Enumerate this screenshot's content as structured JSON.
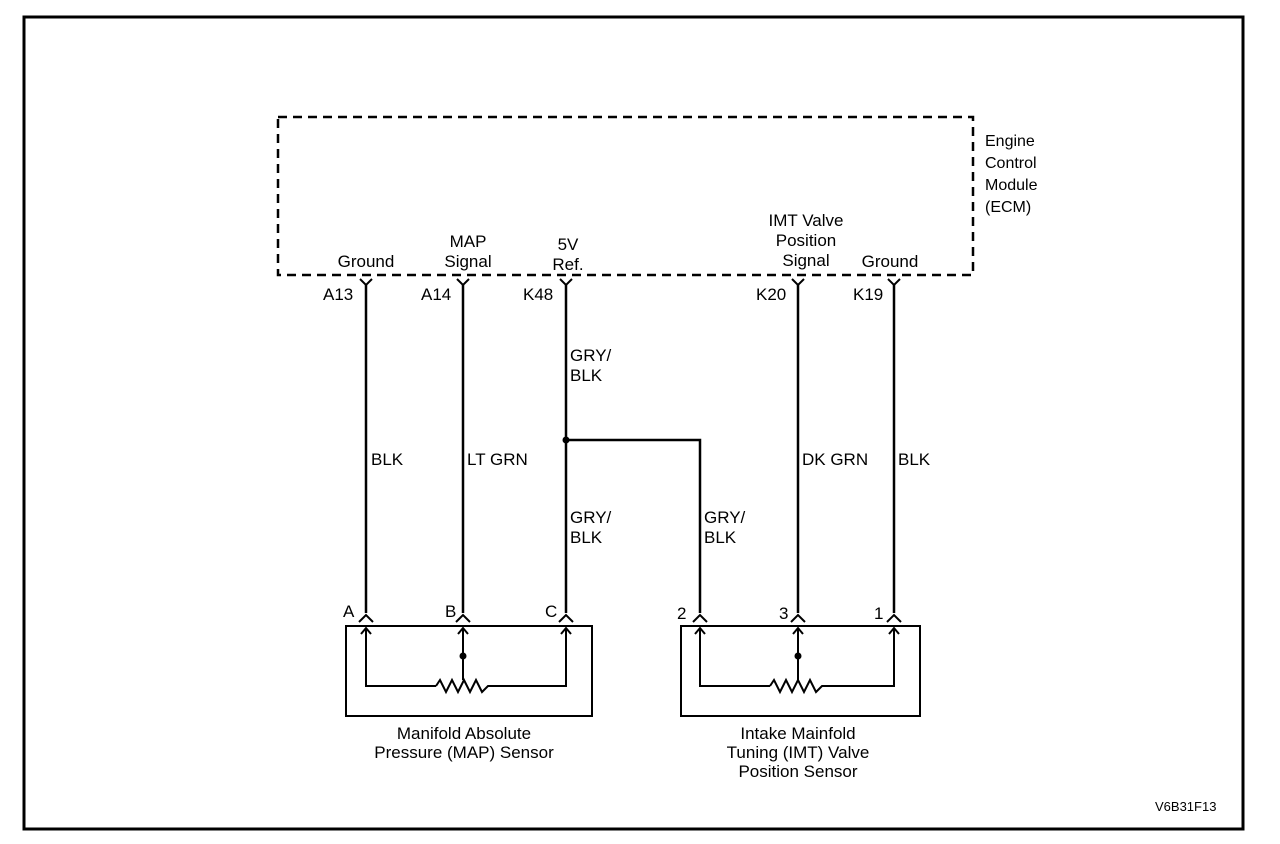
{
  "ecm": {
    "name": [
      "Engine",
      "Control",
      "Module",
      "(ECM)"
    ],
    "terminals": [
      {
        "func": [
          "Ground"
        ],
        "pin": "A13"
      },
      {
        "func": [
          "MAP",
          "Signal"
        ],
        "pin": "A14"
      },
      {
        "func": [
          "5V",
          "Ref."
        ],
        "pin": "K48"
      },
      {
        "func": [
          "IMT Valve",
          "Position",
          "Signal"
        ],
        "pin": "K20"
      },
      {
        "func": [
          "Ground"
        ],
        "pin": "K19"
      }
    ]
  },
  "wires": {
    "a13": "BLK",
    "a14": "LT GRN",
    "k48_upper": [
      "GRY/",
      "BLK"
    ],
    "k48_lower": [
      "GRY/",
      "BLK"
    ],
    "branch": [
      "GRY/",
      "BLK"
    ],
    "k20": "DK GRN",
    "k19": "BLK"
  },
  "map_sensor": {
    "pins": [
      "A",
      "B",
      "C"
    ],
    "name": [
      "Manifold Absolute",
      "Pressure (MAP) Sensor"
    ]
  },
  "imt_sensor": {
    "pins": [
      "2",
      "3",
      "1"
    ],
    "name": [
      "Intake Mainfold",
      "Tuning (IMT) Valve",
      "Position Sensor"
    ]
  },
  "figure_id": "V6B31F13"
}
